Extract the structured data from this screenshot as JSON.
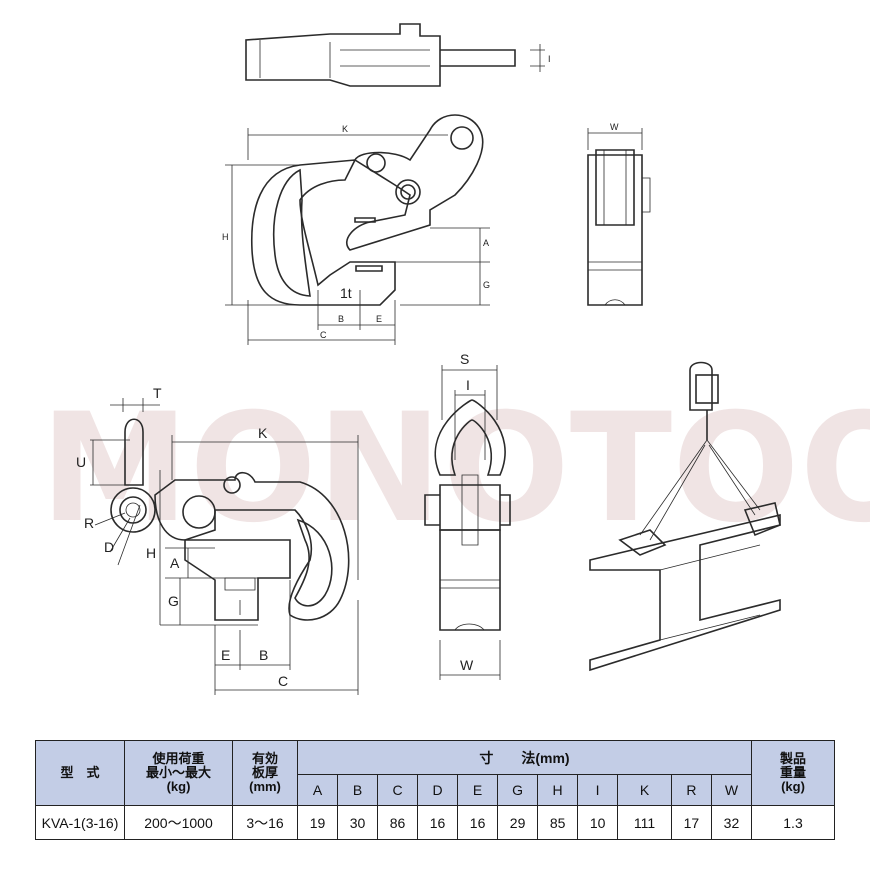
{
  "watermark": "MONOTOOL",
  "drawing": {
    "top_labels": {
      "K": "K",
      "H": "H",
      "A": "A",
      "G": "G",
      "B": "B",
      "E": "E",
      "C": "C",
      "W": "W",
      "I": "I",
      "mark": "1t"
    },
    "bottom_labels": {
      "T": "T",
      "U": "U",
      "R": "R",
      "D": "D",
      "H": "H",
      "A": "A",
      "G": "G",
      "E": "E",
      "B": "B",
      "C": "C",
      "K": "K",
      "S": "S",
      "I": "I",
      "W": "W"
    }
  },
  "table": {
    "headers": {
      "model": "型　式",
      "load": [
        "使用荷重",
        "最小～最大",
        "(kg)"
      ],
      "thickness": [
        "有効",
        "板厚",
        "(mm)"
      ],
      "dims": "寸　　法(mm)",
      "weight": [
        "製品",
        "重量",
        "(kg)"
      ]
    },
    "dim_columns": [
      "A",
      "B",
      "C",
      "D",
      "E",
      "G",
      "H",
      "I",
      "K",
      "R",
      "W"
    ],
    "row": {
      "model": "KVA-1(3-16)",
      "load": "200～1000",
      "thickness": "3～16",
      "dims": [
        "19",
        "30",
        "86",
        "16",
        "16",
        "29",
        "85",
        "10",
        "111",
        "17",
        "32"
      ],
      "weight": "1.3"
    },
    "colors": {
      "header_bg": "#c3cde6"
    }
  }
}
